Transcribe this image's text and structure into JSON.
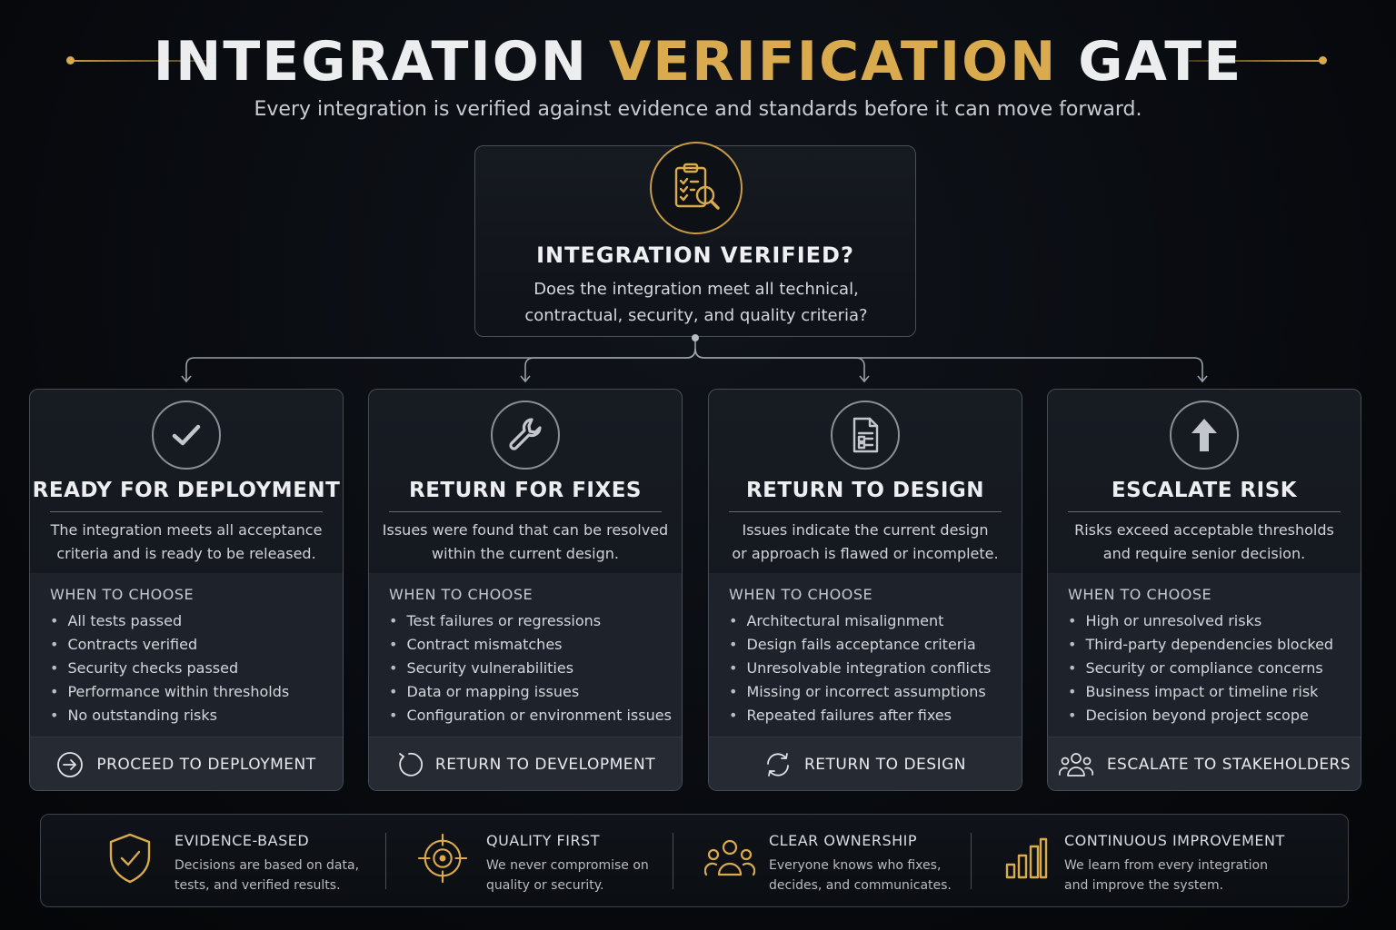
{
  "header": {
    "title_part1": "INTEGRATION ",
    "title_accent": "VERIFICATION",
    "title_part2": " GATE",
    "subtitle": "Every integration is verified against evidence and standards before it can move forward."
  },
  "decision": {
    "icon": "clipboard-search-icon",
    "title": "INTEGRATION VERIFIED?",
    "desc_line1": "Does the integration meet all technical,",
    "desc_line2": "contractual, security, and quality criteria?"
  },
  "cards": [
    {
      "icon": "checkmark-icon",
      "title": "READY FOR DEPLOYMENT",
      "desc_line1": "The integration meets all acceptance",
      "desc_line2": "criteria and is ready to be released.",
      "when_label": "WHEN TO CHOOSE",
      "items": [
        "All tests passed",
        "Contracts verified",
        "Security checks passed",
        "Performance within thresholds",
        "No outstanding risks"
      ],
      "action_icon": "arrow-right-circle-icon",
      "action": "PROCEED TO DEPLOYMENT"
    },
    {
      "icon": "wrench-icon",
      "title": "RETURN FOR FIXES",
      "desc_line1": "Issues were found that can be resolved",
      "desc_line2": "within the current design.",
      "when_label": "WHEN TO CHOOSE",
      "items": [
        "Test failures or regressions",
        "Contract mismatches",
        "Security vulnerabilities",
        "Data or mapping issues",
        "Configuration or environment issues"
      ],
      "action_icon": "refresh-icon",
      "action": "RETURN TO DEVELOPMENT"
    },
    {
      "icon": "document-icon",
      "title": "RETURN TO DESIGN",
      "desc_line1": "Issues indicate the current design",
      "desc_line2": "or approach is flawed or incomplete.",
      "when_label": "WHEN TO CHOOSE",
      "items": [
        "Architectural misalignment",
        "Design fails acceptance criteria",
        "Unresolvable integration conflicts",
        "Missing or incorrect assumptions",
        "Repeated failures after fixes"
      ],
      "action_icon": "cycle-arrows-icon",
      "action": "RETURN TO DESIGN"
    },
    {
      "icon": "arrow-up-icon",
      "title": "ESCALATE RISK",
      "desc_line1": "Risks exceed acceptable thresholds",
      "desc_line2": "and require senior decision.",
      "when_label": "WHEN TO CHOOSE",
      "items": [
        "High or unresolved risks",
        "Third-party dependencies blocked",
        "Security or compliance concerns",
        "Business impact or timeline risk",
        "Decision beyond project scope"
      ],
      "action_icon": "people-group-icon",
      "action": "ESCALATE TO STAKEHOLDERS"
    }
  ],
  "principles": [
    {
      "icon": "shield-check-icon",
      "title": "EVIDENCE-BASED",
      "desc_line1": "Decisions are based on data,",
      "desc_line2": "tests, and verified results."
    },
    {
      "icon": "target-icon",
      "title": "QUALITY FIRST",
      "desc_line1": "We never compromise on",
      "desc_line2": "quality or security."
    },
    {
      "icon": "people-icon",
      "title": "CLEAR OWNERSHIP",
      "desc_line1": "Everyone knows who fixes,",
      "desc_line2": "decides, and communicates."
    },
    {
      "icon": "bar-chart-icon",
      "title": "CONTINUOUS IMPROVEMENT",
      "desc_line1": "We learn from every integration",
      "desc_line2": "and improve the system."
    }
  ],
  "colors": {
    "accent": "#d9aa4e",
    "background": "#07090d",
    "card": "#171b22",
    "text": "#e6e8ec"
  }
}
